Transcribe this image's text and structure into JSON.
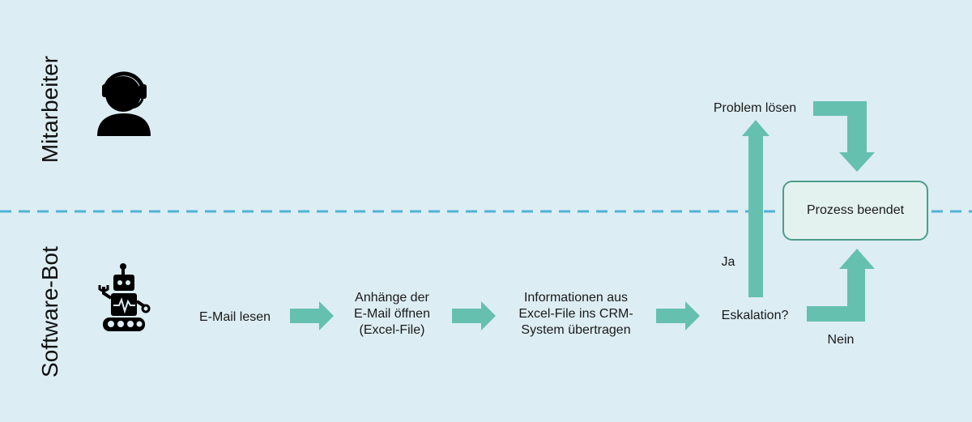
{
  "lanes": {
    "top": "Mitarbeiter",
    "bottom": "Software-Bot"
  },
  "steps": {
    "read_email": "E-Mail lesen",
    "open_attachments": [
      "Anhänge der",
      "E-Mail öffnen",
      "(Excel-File)"
    ],
    "transfer_info": [
      "Informationen aus",
      "Excel-File ins CRM-",
      "System übertragen"
    ],
    "escalation": "Eskalation?",
    "solve_problem": "Problem lösen",
    "end": "Prozess beendet"
  },
  "branches": {
    "yes": "Ja",
    "no": "Nein"
  },
  "icons": {
    "employee": "headset-person-icon",
    "bot": "robot-icon"
  },
  "colors": {
    "background": "#dcedf3",
    "arrow": "#66c0b0",
    "divider": "#4fb3d6",
    "end_border": "#4c9d8a",
    "end_fill": "#e3f2ef"
  }
}
